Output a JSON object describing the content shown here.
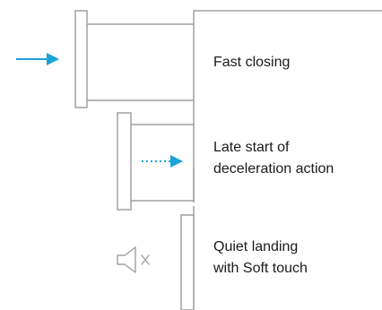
{
  "stages": [
    {
      "lines": [
        "Fast closing"
      ],
      "arrow": "solid-arrow-icon"
    },
    {
      "lines": [
        "Late start of",
        "deceleration action"
      ],
      "arrow": "dotted-arrow-icon"
    },
    {
      "lines": [
        "Quiet landing",
        "with Soft touch"
      ],
      "icon": "muted-speaker-icon"
    }
  ],
  "colors": {
    "accent": "#1aa3d9",
    "line": "#a0a0a0",
    "text": "#1a1a1a"
  }
}
